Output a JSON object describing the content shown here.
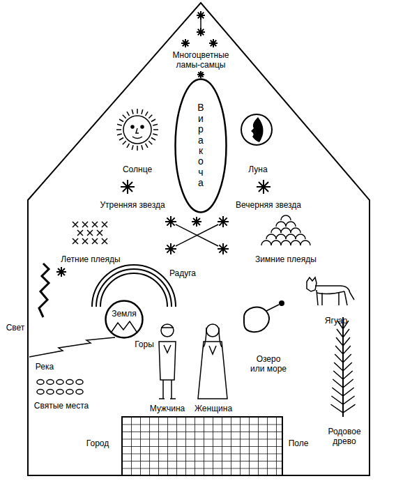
{
  "diagram": {
    "nodes": [
      {
        "text": [
          "Виракоча"
        ]
      },
      {
        "text": [
          "Земля"
        ]
      }
    ],
    "labels": [
      "Многоцветные ламы-самцы",
      "Солнце",
      "Луна",
      "Утренняя звезда",
      "Вечерняя звезда",
      "Летние плеяды",
      "Зимние плеяды",
      "Радуга",
      "Свет",
      "Горы",
      "Река",
      "Ягуар",
      "Озеро или море",
      "Святые места",
      "Мужчина",
      "Женщина",
      "Город",
      "Поле",
      "Родовое древо"
    ]
  }
}
